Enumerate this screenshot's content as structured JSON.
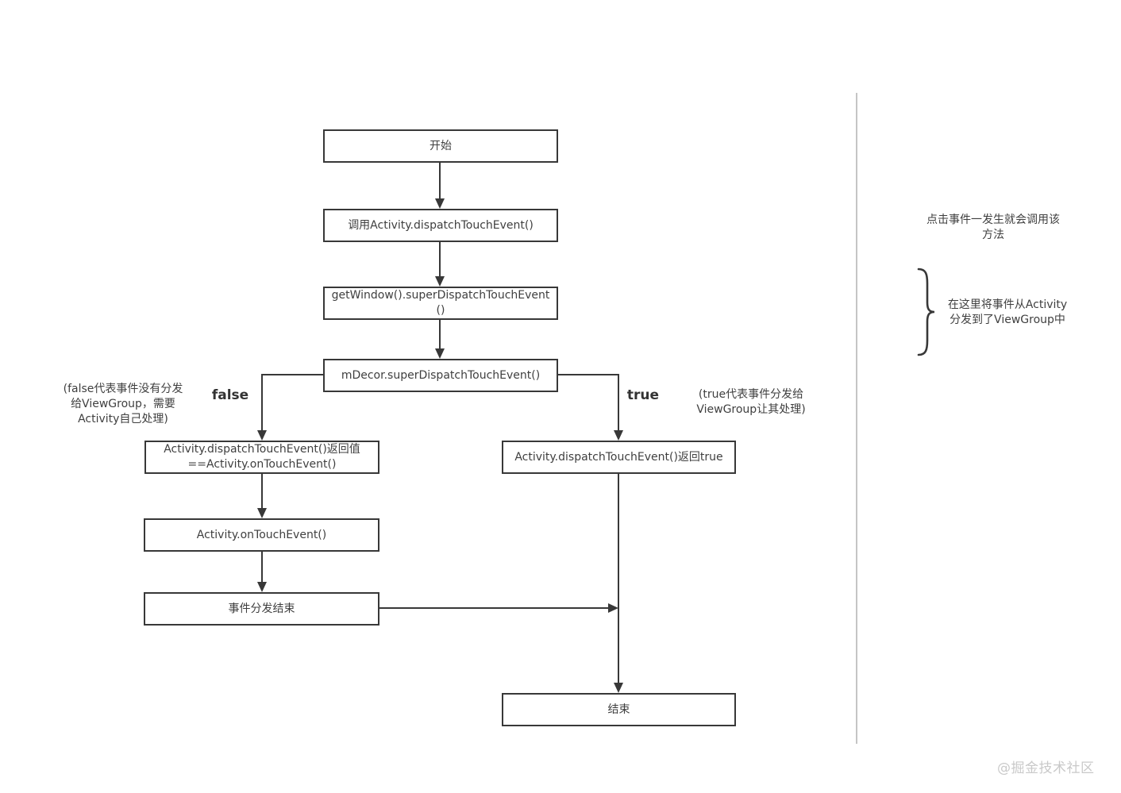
{
  "diagram": {
    "nodes": {
      "start": "开始",
      "call_dispatch": "调用Activity.dispatchTouchEvent()",
      "get_window": "getWindow().superDispatchTouchEvent()",
      "mdecor": "mDecor.superDispatchTouchEvent()",
      "return_equals": "Activity.dispatchTouchEvent()返回值\n==Activity.onTouchEvent()",
      "on_touch": "Activity.onTouchEvent()",
      "dispatch_end": "事件分发结束",
      "return_true": "Activity.dispatchTouchEvent()返回true",
      "end": "结束"
    },
    "branch_labels": {
      "false_label": "false",
      "true_label": "true"
    },
    "annotations": {
      "false_note": "(false代表事件没有分发\n给ViewGroup，需要\nActivity自己处理)",
      "true_note": "(true代表事件分发给\nViewGroup让其处理)",
      "method_note": "点击事件一发生就会调用该\n方法",
      "brace_note": "在这里将事件从Activity\n分发到了ViewGroup中"
    },
    "watermark": "@掘金技术社区",
    "colors": {
      "line": "#383838",
      "text": "#3f3f3f",
      "divider": "#c5c5c5",
      "watermark": "#c9c9c9",
      "background": "#ffffff"
    }
  }
}
